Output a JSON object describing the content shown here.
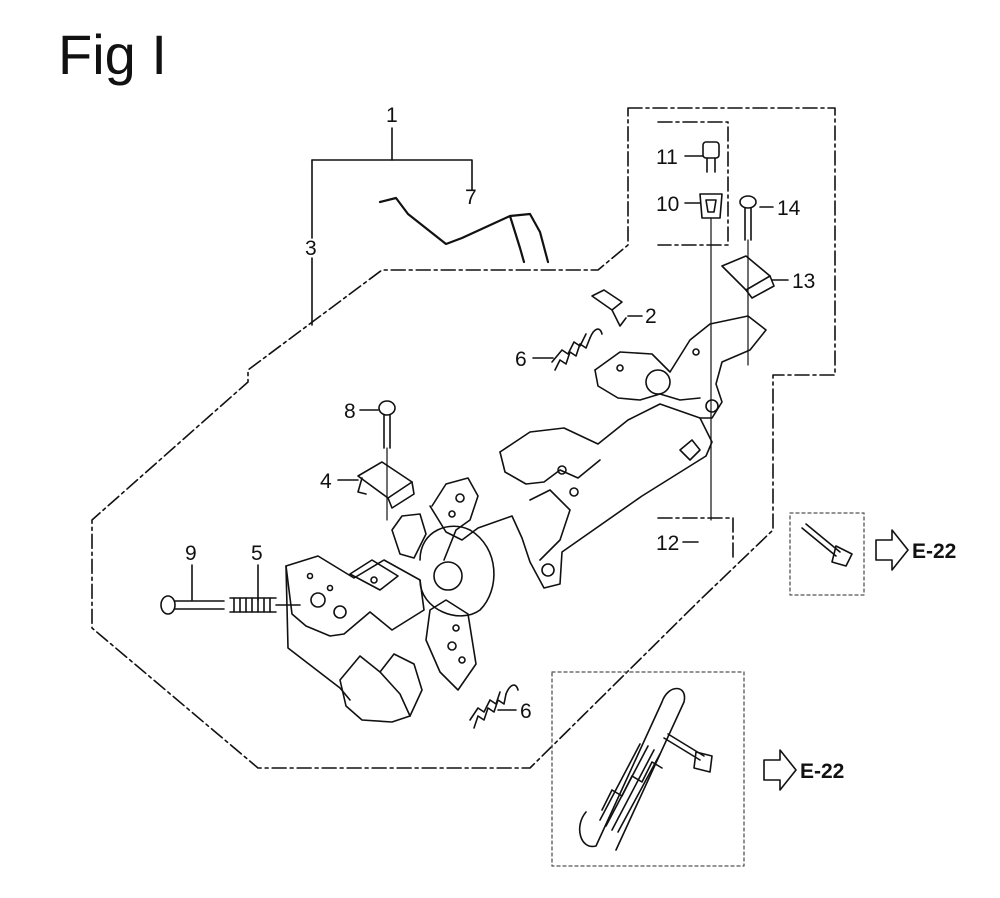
{
  "figure": {
    "title": "Fig I"
  },
  "callouts": [
    "1",
    "2",
    "3",
    "4",
    "5",
    "6",
    "6",
    "7",
    "8",
    "9",
    "10",
    "11",
    "12",
    "13",
    "14"
  ],
  "references": [
    "E-22",
    "E-22"
  ],
  "colors": {
    "line": "#111111",
    "dash": "#555555",
    "background": "#ffffff"
  }
}
